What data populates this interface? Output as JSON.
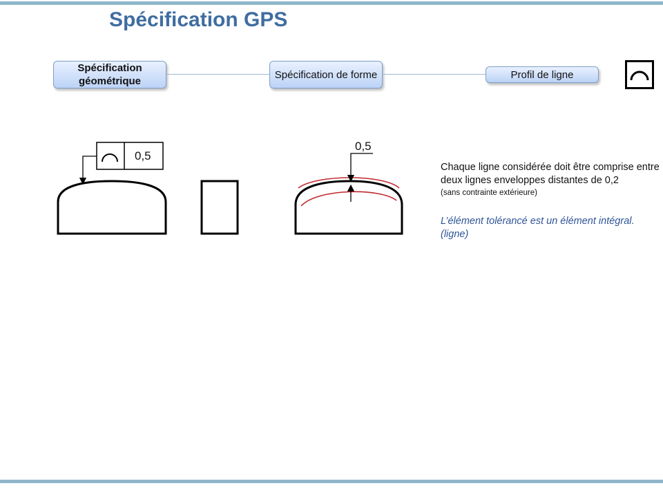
{
  "title": "Spécification GPS",
  "breadcrumb": {
    "level1": "Spécification géométrique",
    "level2": "Spécification de forme",
    "level3": "Profil de ligne"
  },
  "frame": {
    "symbol": "line-profile-icon",
    "value": "0,5"
  },
  "tolerance_zone": {
    "value": "0,5"
  },
  "description": "Chaque ligne considérée doit être comprise entre deux lignes enveloppes distantes de 0,2",
  "note": "(sans contrainte extérieure)",
  "conclusion": "L’élément tolérancé est un élément intégral. (ligne)",
  "colors": {
    "title": "#3f6da0",
    "envelope": "#c0282d",
    "conclusion": "#2f5496"
  }
}
